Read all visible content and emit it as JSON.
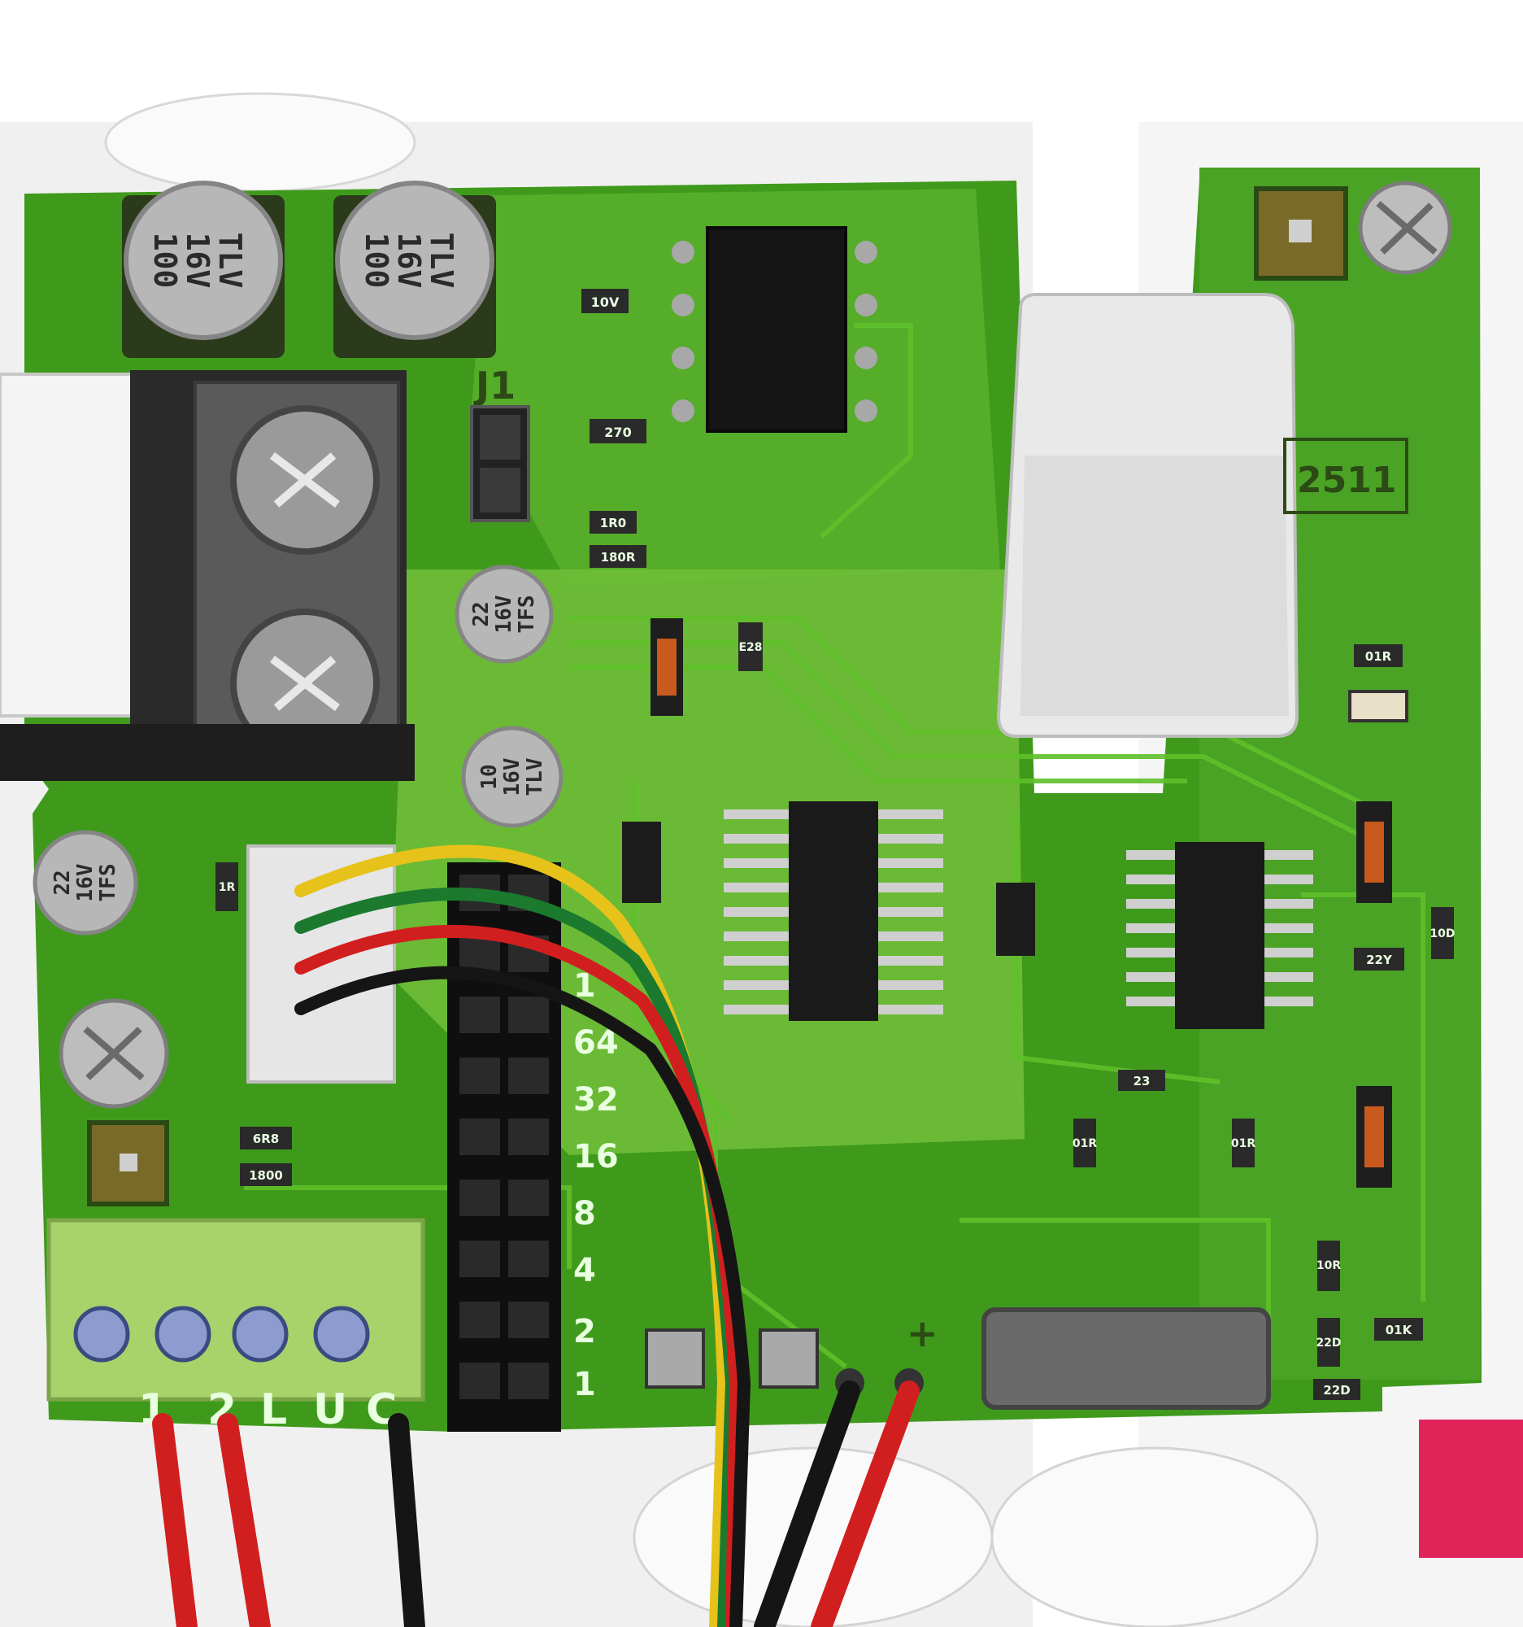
{
  "colors": {
    "pcb_green": "#3f9a1c",
    "pcb_light": "#8fd64a",
    "trace": "#5fc02a",
    "enclosure": "#f2f2f2",
    "terminal_green": "#a6d36a",
    "wire_yellow": "#e6c21a",
    "wire_green": "#1b7a2e",
    "wire_red": "#d11f1f",
    "wire_black": "#151515",
    "corner_pink": "#e0245a"
  },
  "capacitors": {
    "c1": {
      "value": "100",
      "voltage": "16V",
      "series": "TLV"
    },
    "c2": {
      "value": "100",
      "voltage": "16V",
      "series": "TLV"
    },
    "c3": {
      "value": "22",
      "voltage": "16V",
      "series": "TFS"
    },
    "c4": {
      "value": "10",
      "voltage": "16V",
      "series": "TLV"
    },
    "c5": {
      "value": "22",
      "voltage": "16V",
      "series": "TFS"
    }
  },
  "silkscreen": {
    "jumper": "J1",
    "model_fragment": "2511",
    "dip_labels": [
      "1",
      "2",
      "4",
      "8",
      "16",
      "32",
      "64",
      "1"
    ],
    "polarity_plus": "+",
    "terminal_labels": [
      "1",
      "2",
      "L",
      "U",
      "C"
    ]
  },
  "resistors": [
    "10V",
    "270",
    "1R0",
    "180R",
    "E28",
    "01R",
    "22Y",
    "10D",
    "6R8",
    "1800",
    "1R",
    "23",
    "01R",
    "01R",
    "01K",
    "22D",
    "22D",
    "10R"
  ]
}
